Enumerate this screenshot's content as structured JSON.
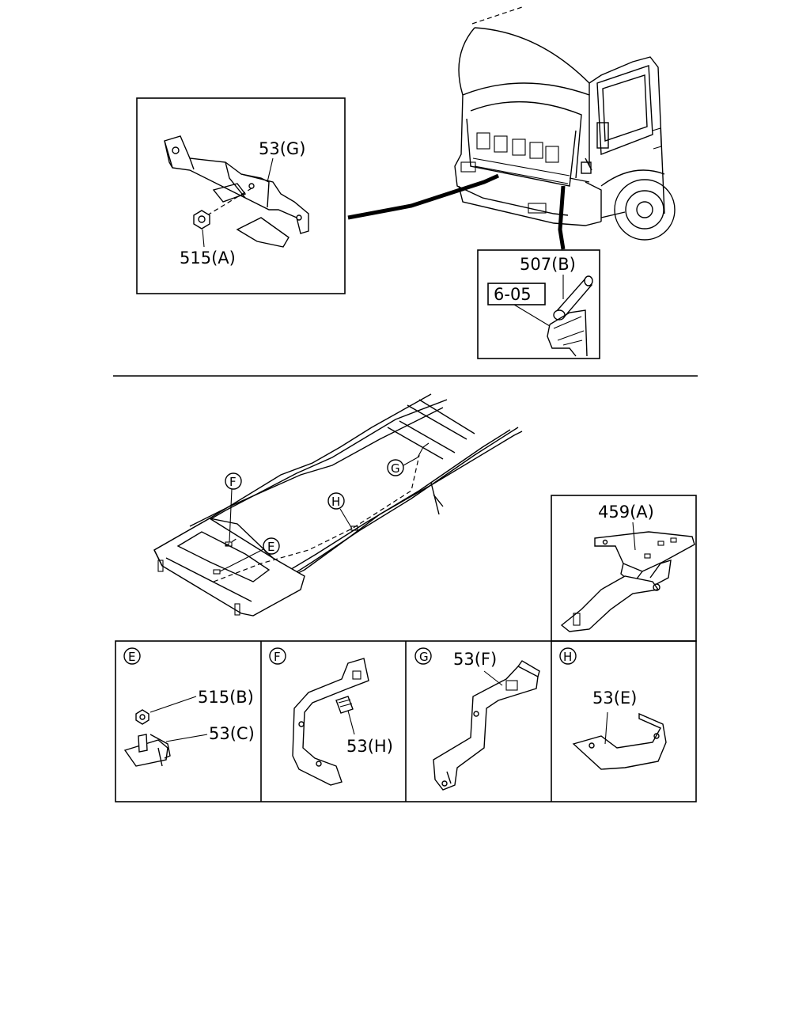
{
  "labels": {
    "p53G": "53(G)",
    "p515A": "515(A)",
    "p507B": "507(B)",
    "ref605": "6-05",
    "p459A": "459(A)",
    "p515B": "515(B)",
    "p53C": "53(C)",
    "p53H": "53(H)",
    "p53F": "53(F)",
    "p53E": "53(E)"
  },
  "markers": {
    "E": "E",
    "F": "F",
    "G": "G",
    "H": "H"
  }
}
